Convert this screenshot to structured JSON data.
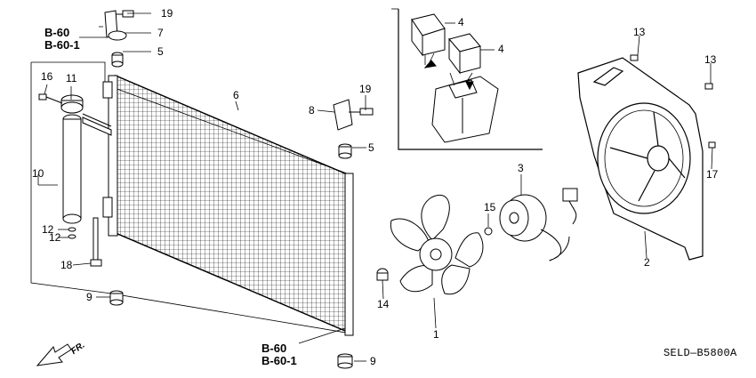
{
  "callouts": {
    "c1": "1",
    "c2": "2",
    "c3": "3",
    "c4a": "4",
    "c4b": "4",
    "c5a": "5",
    "c5b": "5",
    "c6": "6",
    "c7": "7",
    "c8": "8",
    "c9a": "9",
    "c9b": "9",
    "c10": "10",
    "c11": "11",
    "c12a": "12",
    "c12b": "12",
    "c13a": "13",
    "c13b": "13",
    "c14": "14",
    "c15": "15",
    "c16": "16",
    "c17": "17",
    "c18": "18",
    "c19a": "19",
    "c19b": "19"
  },
  "refs": {
    "top_a": "B-60",
    "top_b": "B-60-1",
    "bottom_a": "B-60",
    "bottom_b": "B-60-1"
  },
  "direction": "FR.",
  "diagram_code": "SELD—B5800A"
}
